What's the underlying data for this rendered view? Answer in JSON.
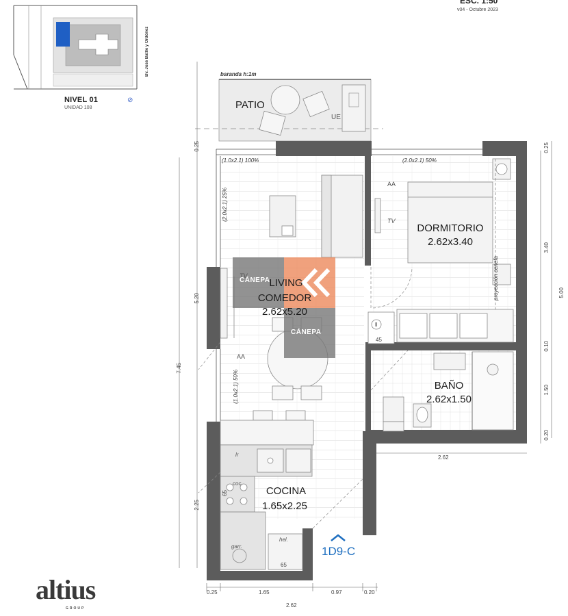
{
  "header": {
    "scale": "ESC. 1:50",
    "version": "v04 - Octubre 2023"
  },
  "keyplan": {
    "level": "NIVEL 01",
    "unit": "UNIDAD 108",
    "street": "Bv. José Batlle y Ordóñez"
  },
  "rooms": {
    "patio": {
      "name": "PATIO"
    },
    "living": {
      "name1": "LIVING",
      "name2": "COMEDOR",
      "size": "2.62x5.20"
    },
    "dormitorio": {
      "name": "DORMITORIO",
      "size": "2.62x3.40"
    },
    "bano": {
      "name": "BAÑO",
      "size": "2.62x1.50"
    },
    "cocina": {
      "name": "COCINA",
      "size": "1.65x2.25"
    }
  },
  "notes": {
    "baranda": "baranda h:1m",
    "ue": "UE",
    "door_top_left": "(1.0x2.1) 100%",
    "door_top_right": "(2.0x2.1) 50%",
    "window_left": "(2.0x2.1) 25%",
    "window_lower": "(1.0x2.1) 50%",
    "proyeccion": "proyección cenefa",
    "tv_dorm": "TV",
    "tv_living": "TV",
    "aa_dorm": "AA",
    "aa_living": "AA",
    "lr": "lr",
    "coc": "coc.",
    "garr": "garr.",
    "hel": "hel.",
    "n65a": "65",
    "n65b": "65",
    "n45": "45",
    "ll": "ll"
  },
  "dimensions": {
    "bottom": [
      "0.25",
      "1.65",
      "0.97",
      "0.20"
    ],
    "bottom_total": "2.62",
    "bath_width": "2.62",
    "left_top": "0.25",
    "left_520": "5.20",
    "left_total": "7.45",
    "left_225": "2.25",
    "right_025": "0.25",
    "right_340": "3.40",
    "right_500": "5.00",
    "right_010": "0.10",
    "right_150": "1.50",
    "right_020": "0.20"
  },
  "unit_code": "1D9-C",
  "watermark": {
    "text": "CÁNEPA"
  },
  "logo": {
    "name": "altius",
    "sub": "GROUP"
  },
  "colors": {
    "wall": "#5c5c5c",
    "patio": "#ececec",
    "accent_blue": "#1f6fc0",
    "watermark_gray": "#777777",
    "watermark_orange": "#ec8a5c"
  }
}
